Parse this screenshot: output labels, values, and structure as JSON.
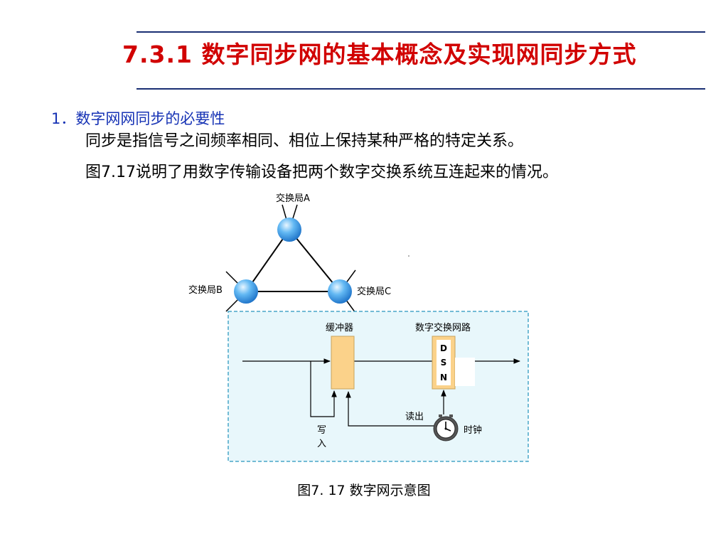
{
  "slide": {
    "title": "7.3.1 数字同步网的基本概念及实现网同步方式",
    "heading": "1．数字网网同步的必要性",
    "line1": "同步是指信号之间频率相同、相位上保持某种严格的特定关系。",
    "line2": "图7.17说明了用数字传输设备把两个数字交换系统互连起来的情况。"
  },
  "diagram": {
    "exchange_a": "交换局A",
    "exchange_b": "交换局B",
    "exchange_c": "交换局C",
    "buffer_label": "缓冲器",
    "dsn_label": "数字交换网路",
    "dsn_d": "D",
    "dsn_s": "S",
    "dsn_n": "N",
    "write_label_1": "写",
    "write_label_2": "入",
    "read_label": "读出",
    "clock_label": "时钟",
    "caption": "图7. 17  数字网示意图"
  },
  "colors": {
    "title": "#d10000",
    "heading": "#1733b5",
    "rule": "#1a2f73",
    "box_fill": "#e8f7fb",
    "box_border": "#49a6c8",
    "node": "#4aa3ec",
    "buffer": "#fbd28a"
  }
}
